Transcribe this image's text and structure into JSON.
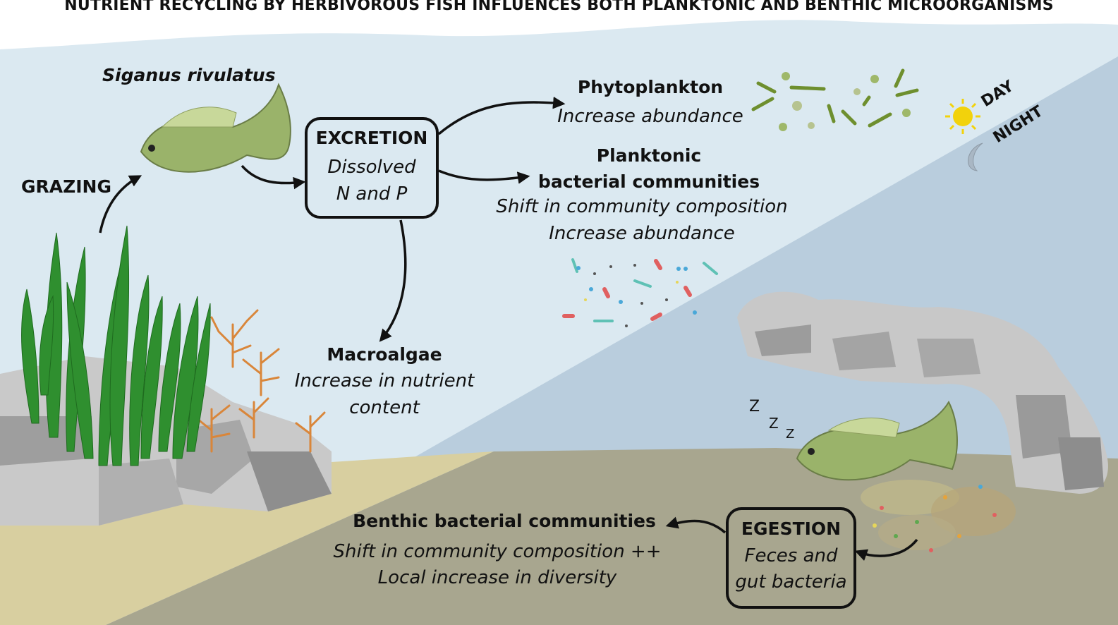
{
  "title": "NUTRIENT RECYCLING BY HERBIVOROUS FISH INFLUENCES BOTH PLANKTONIC AND BENTHIC MICROORGANISMS",
  "species": "Siganus rivulatus",
  "grazing": "GRAZING",
  "excretion": {
    "heading": "EXCRETION",
    "line1": "Dissolved",
    "line2": "N and P"
  },
  "phytoplankton": {
    "heading": "Phytoplankton",
    "effect": "Increase abundance"
  },
  "planktonic": {
    "heading1": "Planktonic",
    "heading2": "bacterial communities",
    "effect1": "Shift in community composition",
    "effect2": "Increase abundance"
  },
  "macroalgae": {
    "heading": "Macroalgae",
    "effect1": "Increase in nutrient",
    "effect2": "content"
  },
  "day": "DAY",
  "night": "NIGHT",
  "sleep": [
    "Z",
    "Z",
    "Z"
  ],
  "egestion": {
    "heading": "EGESTION",
    "line1": "Feces and",
    "line2": "gut bacteria"
  },
  "benthic": {
    "heading": "Benthic bacterial communities",
    "effect1": "Shift in community composition ++",
    "effect2": "Local increase in diversity"
  },
  "colors": {
    "day_water": "#dbe9f1",
    "night_water": "#b9cddd",
    "day_sand": "#d8cfa0",
    "night_sand": "#a8a68f",
    "seagrass": "#2f8f2f",
    "fish": "#9ab36a",
    "rock": "#b5b5b5"
  }
}
